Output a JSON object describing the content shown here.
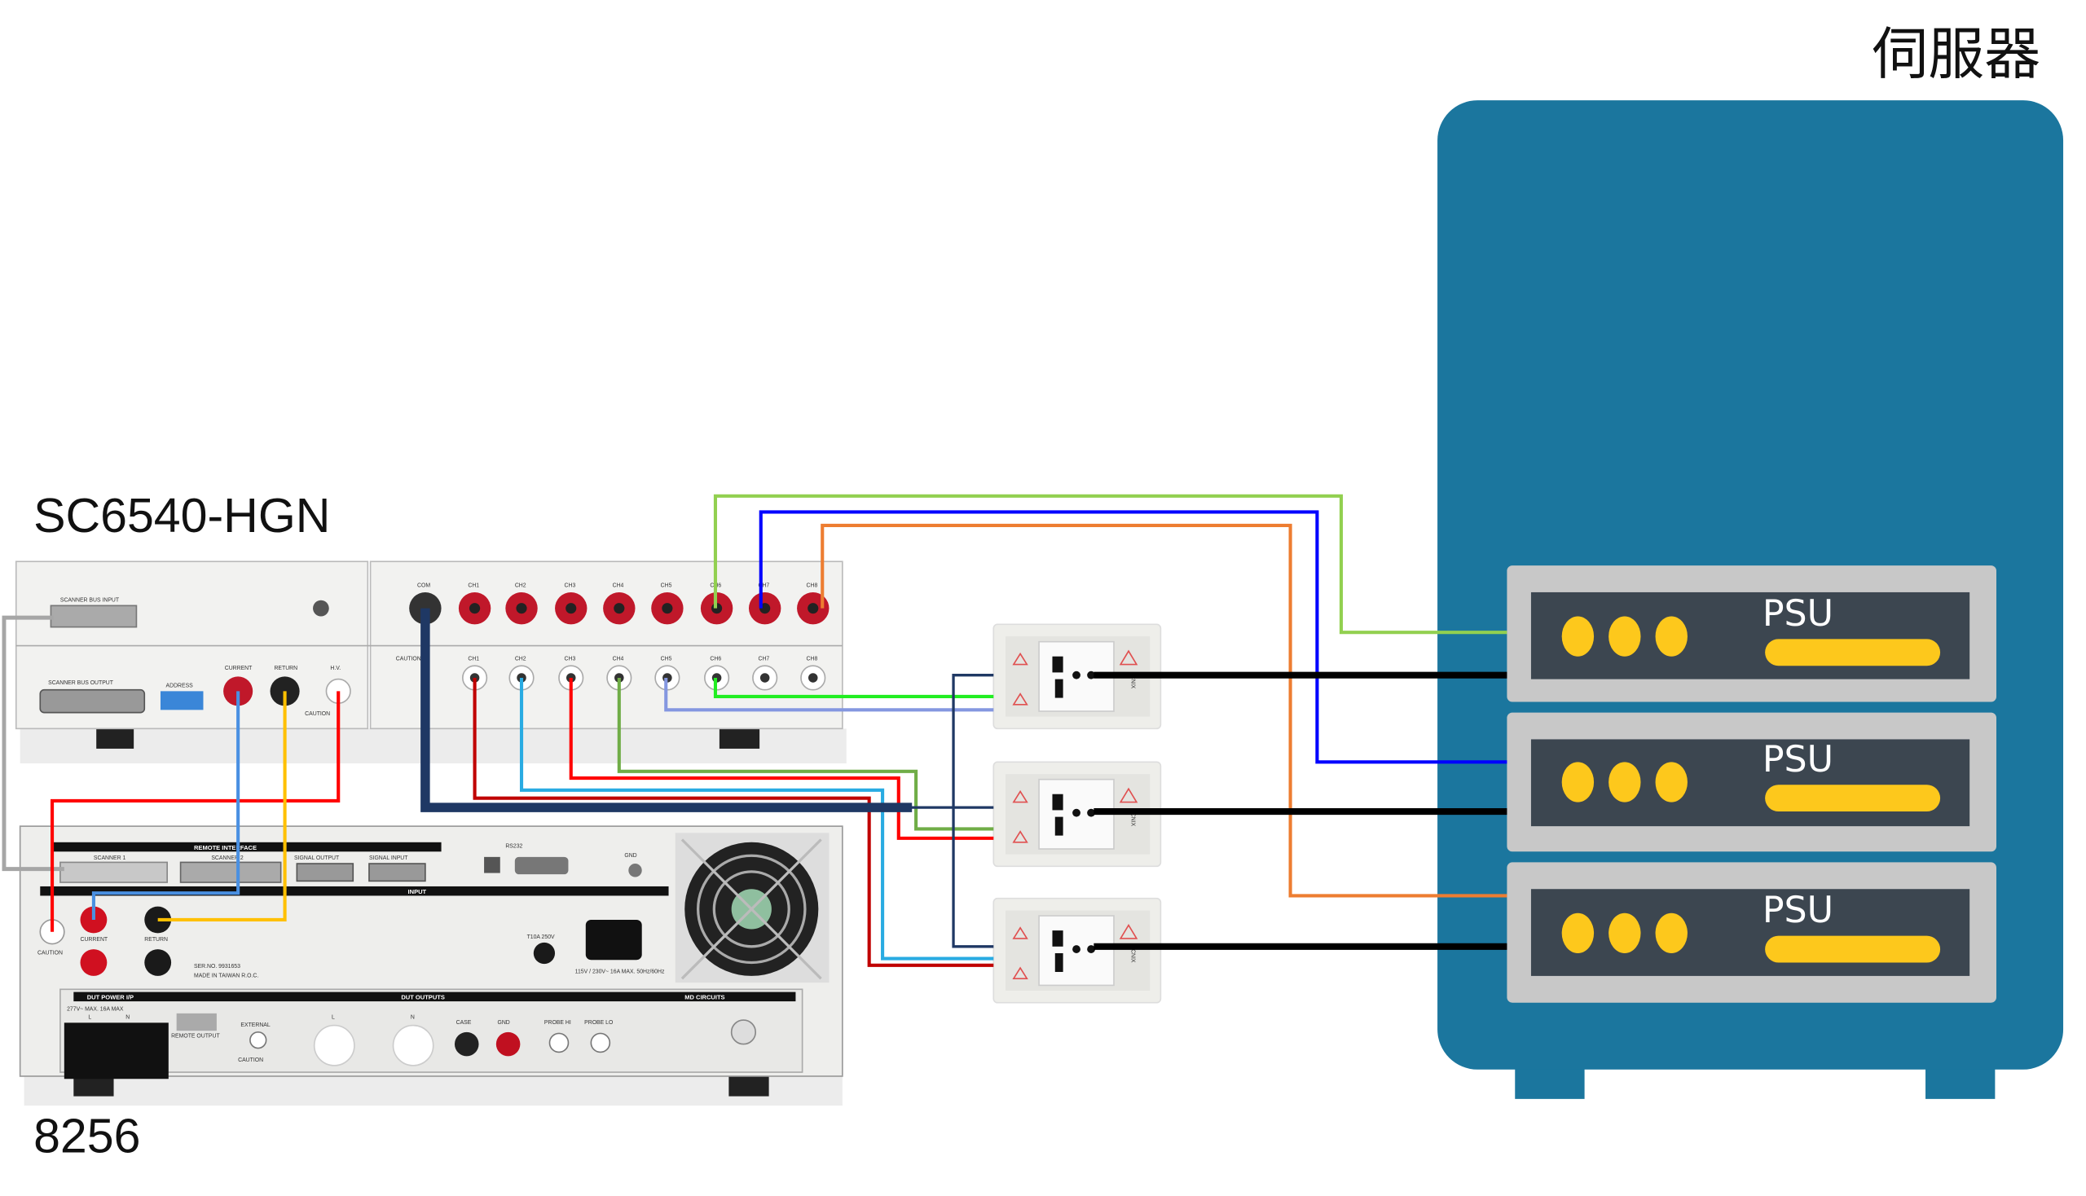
{
  "server": {
    "title": "伺服器",
    "psu_label": "PSU",
    "color": "#1b769e",
    "tray_color": "#c8c8c8",
    "panel_color": "#3c4650",
    "led_color": "#fdc81c"
  },
  "scanner": {
    "name": "SC6540-HGN",
    "scanner_bus_input": "SCANNER BUS INPUT",
    "scanner_bus_output": "SCANNER BUS OUTPUT",
    "address": "ADDRESS",
    "current": "CURRENT",
    "return": "RETURN",
    "hv": "H.V.",
    "caution": "CAUTION",
    "com": "COM",
    "channels": [
      "CH1",
      "CH2",
      "CH3",
      "CH4",
      "CH5",
      "CH6",
      "CH7",
      "CH8"
    ]
  },
  "tester": {
    "name": "8256",
    "remote_interface": "REMOTE INTERFACE",
    "scanner1": "SCANNER 1",
    "scanner2": "SCANNER 2",
    "signal_output": "SIGNAL OUTPUT",
    "signal_input": "SIGNAL INPUT",
    "rs232": "RS232",
    "gnd": "GND",
    "input": "INPUT",
    "current": "CURRENT",
    "return": "RETURN",
    "caution": "CAUTION",
    "serial": "SER.NO. 9931653",
    "made_in": "MADE IN TAIWAN R.O.C.",
    "fuse": "T10A 250V",
    "power_rating": "115V / 230V~ 16A MAX. 50Hz/60Hz",
    "dut_power_ip": "DUT POWER I/P",
    "dut_power_rating": "277V~ MAX. 16A MAX",
    "l": "L",
    "n": "N",
    "remote_output": "REMOTE OUTPUT",
    "external": "EXTERNAL",
    "dut_outputs": "DUT OUTPUTS",
    "case": "CASE",
    "probe_hi": "PROBE HI",
    "probe_lo": "PROBE LO",
    "md_circuits": "MD CIRCUITS"
  },
  "outlet": {
    "brand": "CNIX"
  },
  "wire_colors": {
    "ch8_orange": "#ed7d31",
    "ch7_blue": "#0000ff",
    "ch6_lightgreen": "#92d050",
    "com_navy": "#1f3864",
    "ch1_darkred": "#c00000",
    "ch2_cyan": "#29abe2",
    "ch3_red": "#ff0000",
    "ch4_green": "#70ad47",
    "ch5_lavender": "#8497e0",
    "ch6_green": "#22ee22",
    "hv_red": "#ff0000",
    "current_blue": "#4a90e2",
    "return_yellow": "#ffc000",
    "bus_gray": "#a6a6a6",
    "power_black": "#000000"
  }
}
